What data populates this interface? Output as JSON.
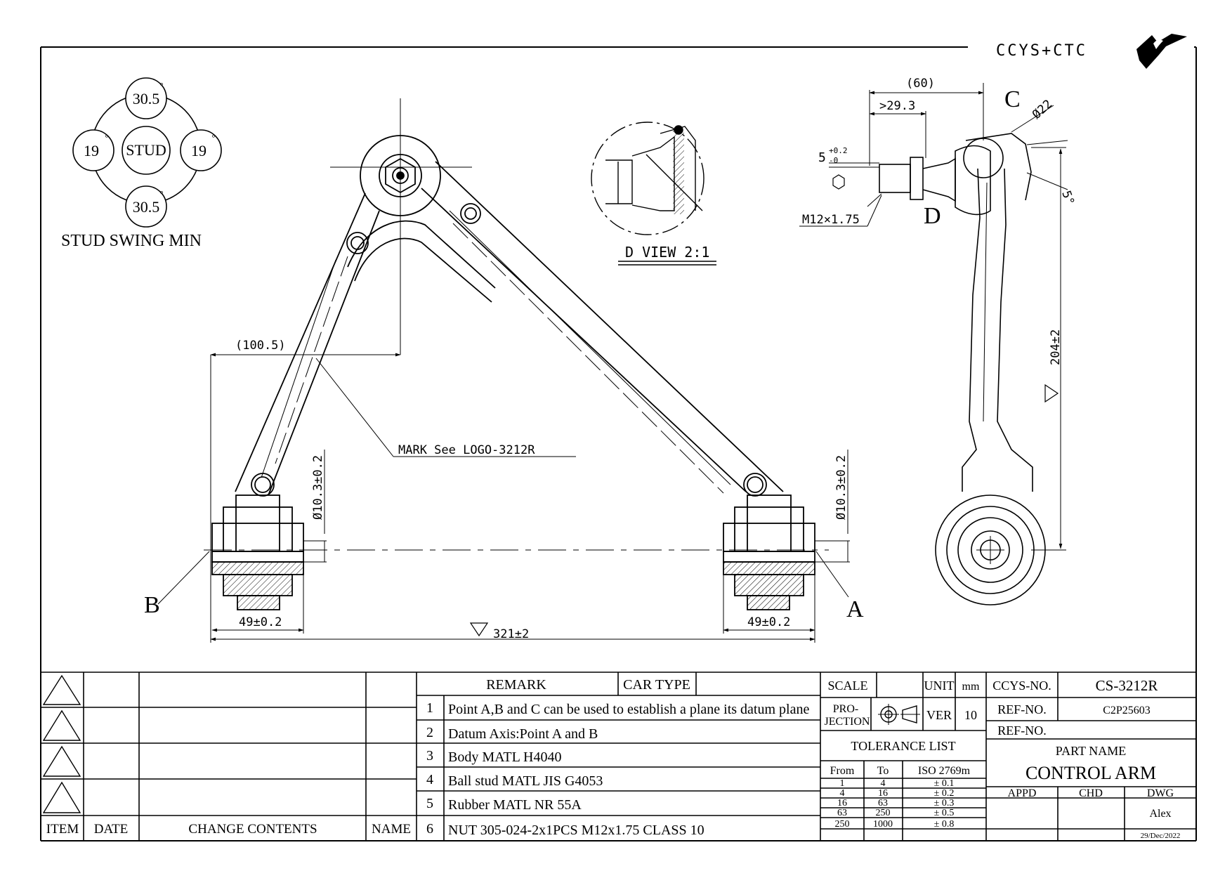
{
  "logo": {
    "text": "CCYS+CTC"
  },
  "stud_swing": {
    "title": "STUD SWING MIN",
    "center": "STUD",
    "top": "30.5",
    "bottom": "30.5",
    "left": "19",
    "right": "19",
    "deg": "°"
  },
  "view_labels": {
    "d_view": "D VIEW 2:1",
    "mark_note": "MARK See LOGO-3212R",
    "point_a": "A",
    "point_b": "B",
    "point_c": "C",
    "point_d": "D"
  },
  "dimensions": {
    "offset": "(100.5)",
    "bush_dia_left": "Ø10.3±0.2",
    "bush_dia_right": "Ø10.3±0.2",
    "bush_w_left": "49±0.2",
    "bush_w_right": "49±0.2",
    "span": "321±2",
    "side_total": "(60)",
    "side_29": ">29.3",
    "ball_dia": "Ø22",
    "height": "204±2",
    "angle": "5°",
    "nut_tol_base": "5",
    "nut_tol_up": "+0.2",
    "nut_tol_low": "-0",
    "thread": "M12×1.75"
  },
  "revision": {
    "headers": [
      "ITEM",
      "DATE",
      "CHANGE CONTENTS",
      "NAME"
    ]
  },
  "remarks": {
    "header": "REMARK",
    "car_type": "CAR TYPE",
    "items": [
      {
        "n": "1",
        "text": "Point A,B and C can be used to establish a plane its datum plane"
      },
      {
        "n": "2",
        "text": "Datum Axis:Point A and B"
      },
      {
        "n": "3",
        "text": "Body MATL H4040"
      },
      {
        "n": "4",
        "text": "Ball stud MATL JIS G4053"
      },
      {
        "n": "5",
        "text": "Rubber MATL NR 55A"
      },
      {
        "n": "6",
        "text": "NUT 305-024-2x1PCS M12x1.75 CLASS 10"
      }
    ]
  },
  "title_block": {
    "scale": "SCALE",
    "unit_label": "UNIT",
    "unit": "mm",
    "pro": "PRO-",
    "jection": "JECTION",
    "ver_label": "VER",
    "ver": "10",
    "tolerance_title": "TOLERANCE LIST",
    "tol_headers": [
      "From",
      "To",
      "ISO 2769m"
    ],
    "tol_rows": [
      [
        "1",
        "4",
        "± 0.1"
      ],
      [
        "4",
        "16",
        "± 0.2"
      ],
      [
        "16",
        "63",
        "± 0.3"
      ],
      [
        "63",
        "250",
        "± 0.5"
      ],
      [
        "250",
        "1000",
        "± 0.8"
      ]
    ],
    "ccys_label": "CCYS-NO.",
    "ccys_no": "CS-3212R",
    "ref_label": "REF-NO.",
    "ref_no": "C2P25603",
    "ref_label2": "REF-NO.",
    "ref_no2": "",
    "part_name_label": "PART NAME",
    "part_name": "CONTROL ARM",
    "appd": "APPD",
    "chd": "CHD",
    "dwg": "DWG",
    "drawer": "Alex",
    "date": "29/Dec/2022"
  }
}
